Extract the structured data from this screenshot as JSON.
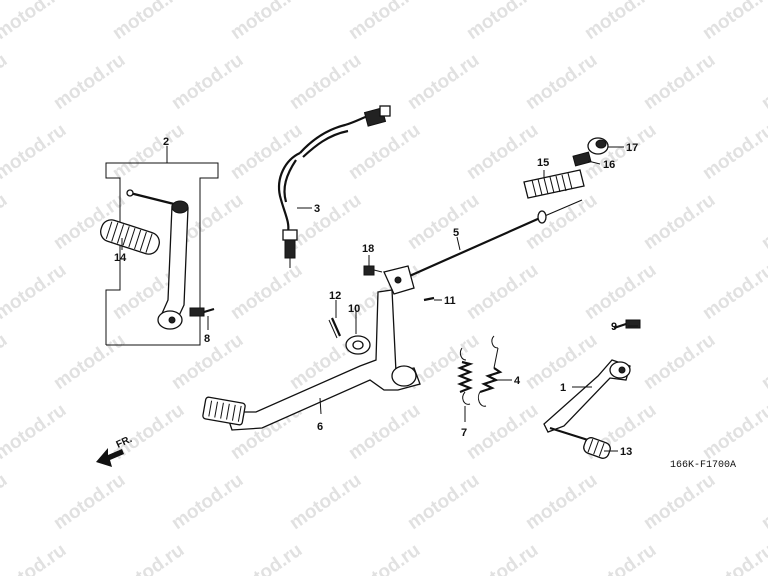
{
  "watermark": "motod.ru",
  "diagram_code": "166K-F1700A",
  "direction_label": "FR.",
  "callouts": [
    "1",
    "2",
    "3",
    "4",
    "5",
    "6",
    "7",
    "8",
    "9",
    "10",
    "11",
    "12",
    "13",
    "14",
    "15",
    "16",
    "17",
    "18"
  ]
}
